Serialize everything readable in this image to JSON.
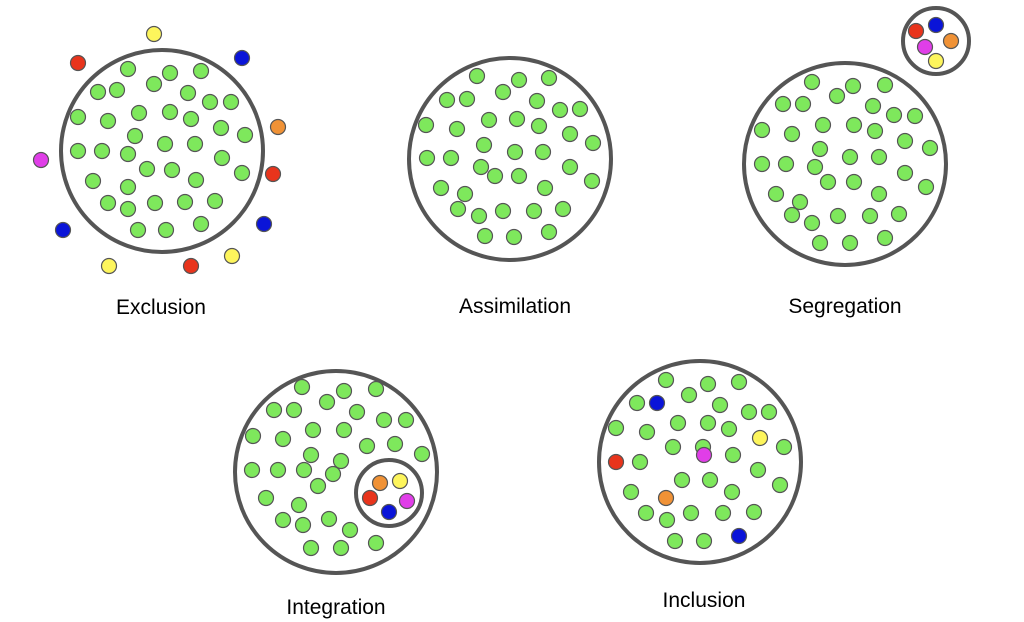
{
  "colors": {
    "majority": "#7ee85c",
    "red": "#e8341c",
    "blue": "#0a14d8",
    "orange": "#f09236",
    "yellow": "#fdf55c",
    "magenta": "#e03ee8",
    "circle_stroke": "#555555",
    "dot_stroke": "#555555"
  },
  "panels": [
    {
      "id": "exclusion",
      "label": "Exclusion",
      "layout": "outside"
    },
    {
      "id": "assimilation",
      "label": "Assimilation",
      "layout": "absorbed"
    },
    {
      "id": "segregation",
      "label": "Segregation",
      "layout": "separate-group"
    },
    {
      "id": "integration",
      "label": "Integration",
      "layout": "inner-group"
    },
    {
      "id": "inclusion",
      "label": "Inclusion",
      "layout": "mixed"
    }
  ]
}
